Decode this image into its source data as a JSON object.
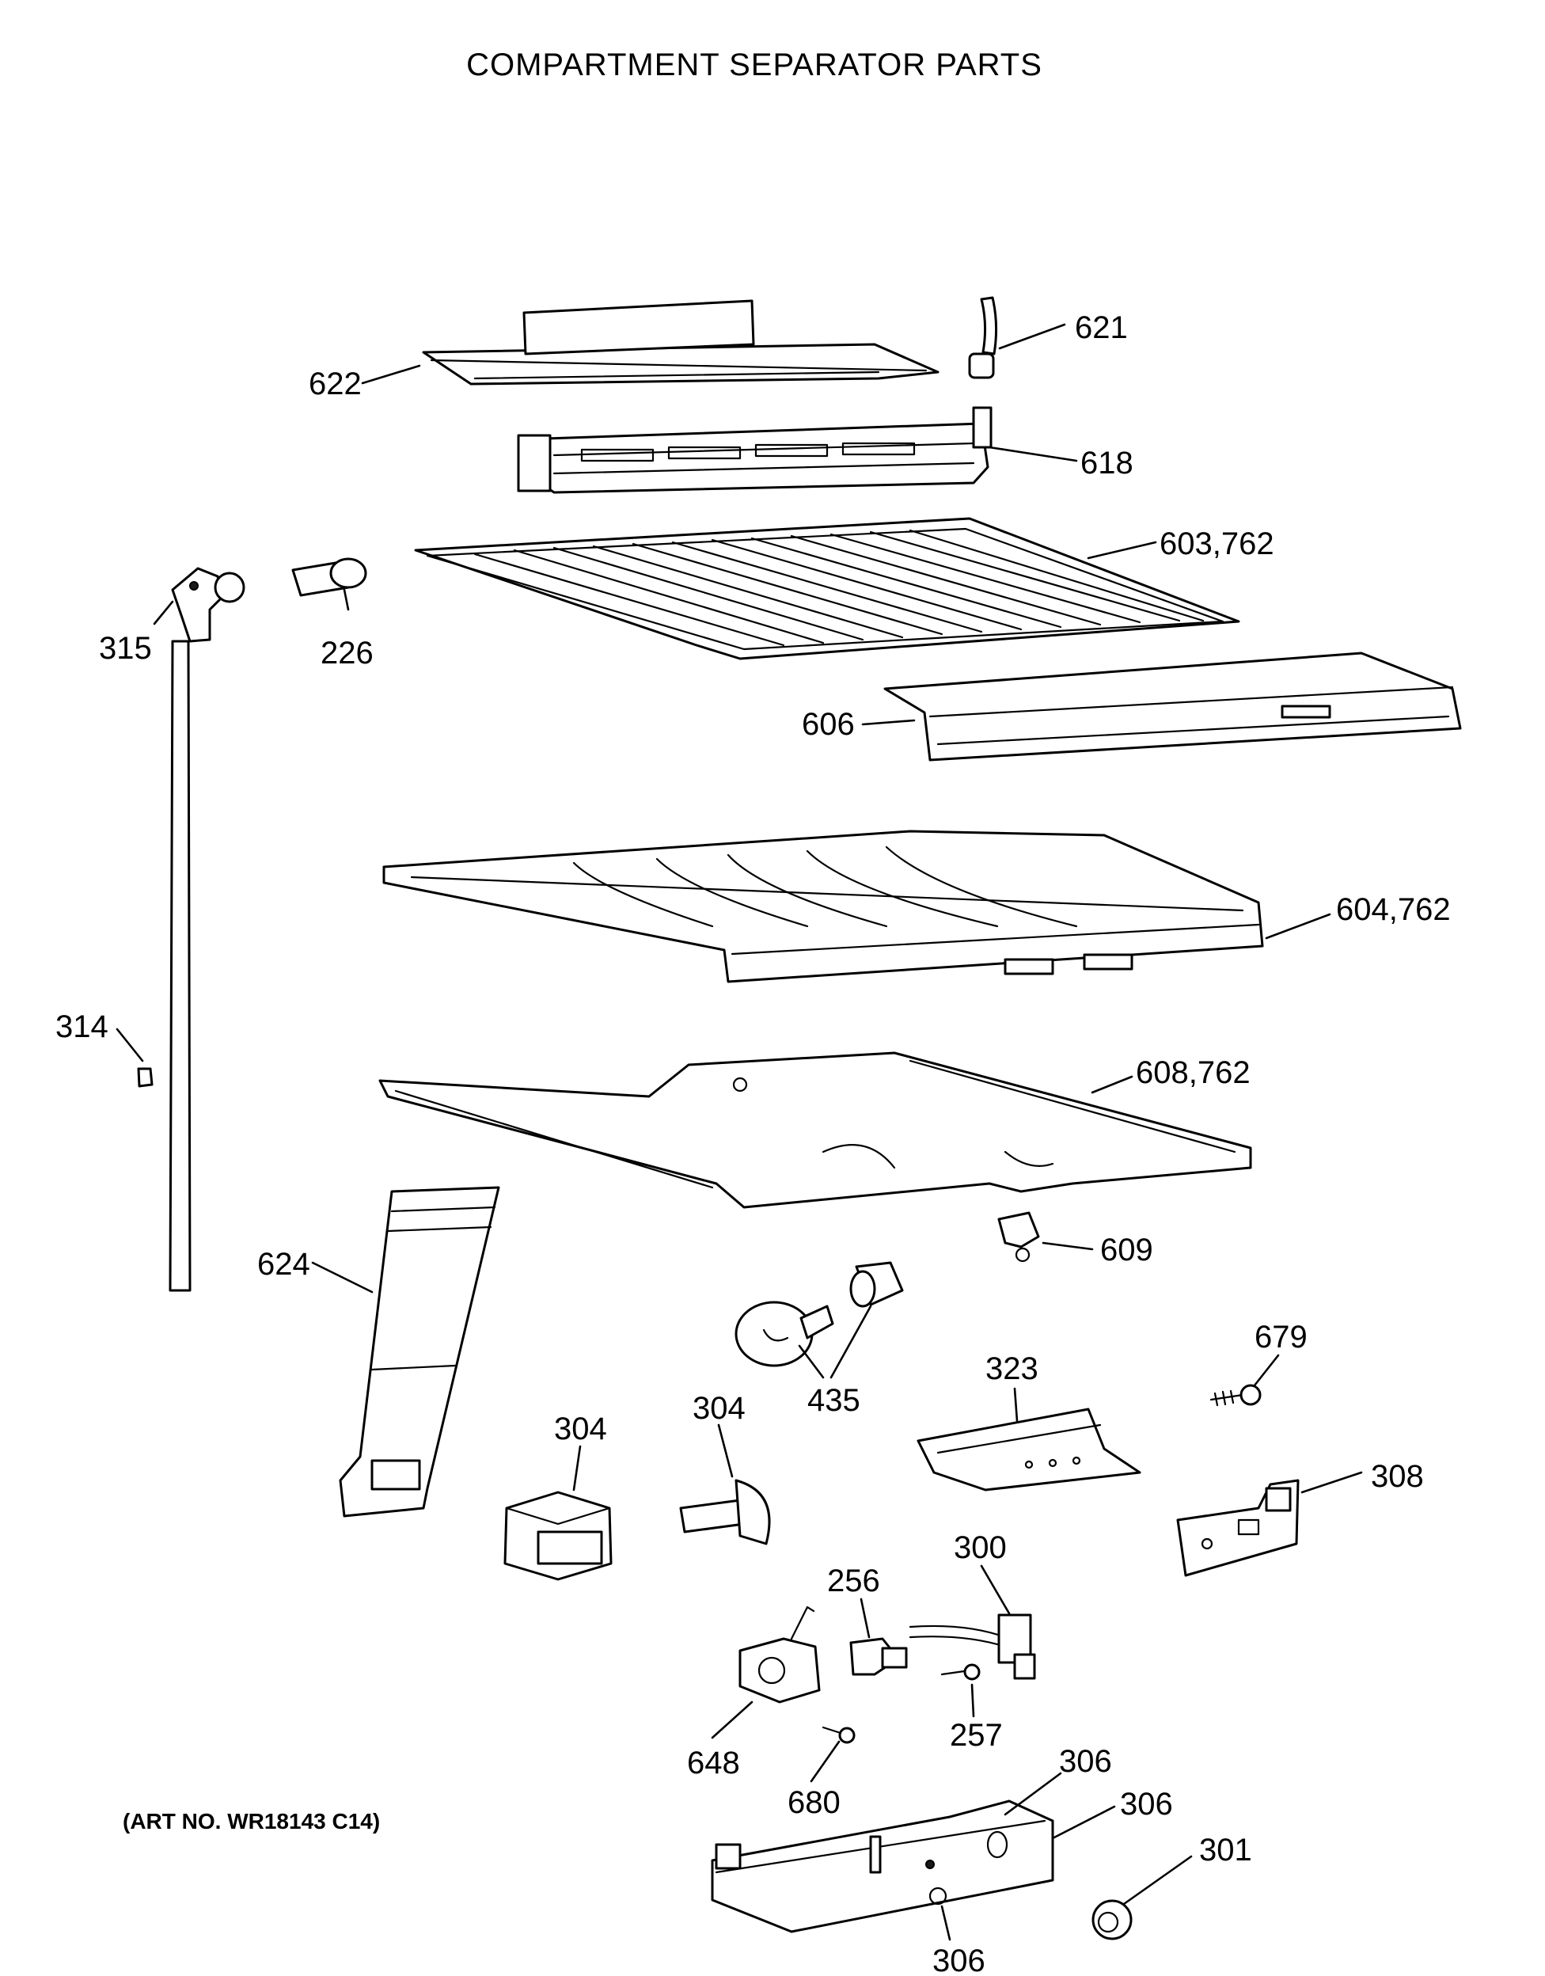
{
  "title": "COMPARTMENT SEPARATOR PARTS",
  "art_number": "(ART NO. WR18143 C14)",
  "callouts": {
    "c621": "621",
    "c622": "622",
    "c618": "618",
    "c603": "603,762",
    "c315": "315",
    "c226": "226",
    "c606": "606",
    "c604": "604,762",
    "c314": "314",
    "c608": "608,762",
    "c609": "609",
    "c624": "624",
    "c679": "679",
    "c323": "323",
    "c435": "435",
    "c304a": "304",
    "c304b": "304",
    "c308": "308",
    "c256": "256",
    "c300": "300",
    "c257": "257",
    "c648": "648",
    "c680": "680",
    "c306a": "306",
    "c306b": "306",
    "c301": "301",
    "c306c": "306"
  }
}
